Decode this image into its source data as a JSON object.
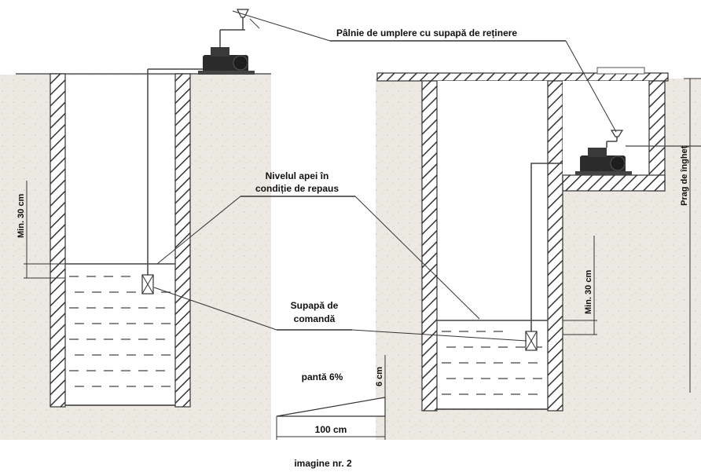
{
  "labels": {
    "funnel": "Pâlnie de umplere cu supapă de reținere",
    "water_level_line1": "Nivelul apei în",
    "water_level_line2": "condiție de repaus",
    "valve_line1": "Supapă de",
    "valve_line2": "comandă",
    "slope": "pantă 6%",
    "height_6cm": "6 cm",
    "width_100cm": "100 cm",
    "min_left": "Min. 30 cm",
    "min_right": "Min. 30 cm",
    "frost": "Prag de îngheț",
    "caption": "imagine nr. 2"
  },
  "icons": {
    "pump_left": "pump-icon",
    "pump_right": "pump-icon",
    "valve_left": "foot-valve-icon",
    "valve_right": "foot-valve-icon",
    "funnel_left": "funnel-icon",
    "funnel_right": "funnel-icon"
  },
  "colors": {
    "soil": "#ece9e2",
    "wall_stroke": "#333333",
    "water_dash": "#444444",
    "pump_body": "#2b2b2b"
  }
}
